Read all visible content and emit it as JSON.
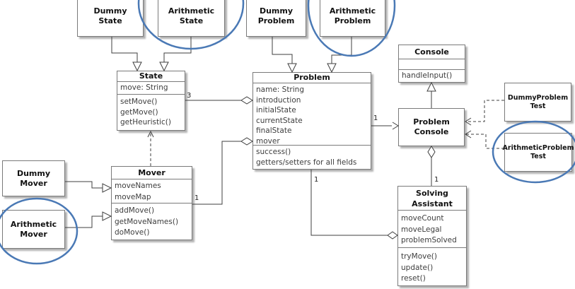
{
  "labels": {
    "state_problem_multiplicity": "3",
    "mover_problem_multiplicity": "1",
    "problem_console_multiplicity": "1",
    "console_assistant_multiplicity": "1",
    "assistant_problem_multiplicity": "1"
  },
  "colors": {
    "annotation_ellipse": "#4a79b5",
    "connector": "#3f3f3f"
  },
  "classes": {
    "dummy_state": {
      "title": "Dummy\nState"
    },
    "arithmetic_state": {
      "title": "Arithmetic\nState"
    },
    "dummy_problem": {
      "title": "Dummy\nProblem"
    },
    "arithmetic_problem": {
      "title": "Arithmetic\nProblem"
    },
    "console": {
      "title": "Console",
      "methods": [
        "handleInput()"
      ]
    },
    "state": {
      "title": "State",
      "attributes": [
        "move: String"
      ],
      "methods": [
        "setMove()",
        "getMove()",
        "getHeuristic()"
      ]
    },
    "problem": {
      "title": "Problem",
      "attributes": [
        "name: String",
        "introduction",
        "initialState",
        "currentState",
        "finalState",
        "mover"
      ],
      "methods": [
        "success()",
        "getters/setters for all fields"
      ]
    },
    "problem_console": {
      "title": "Problem\nConsole"
    },
    "mover": {
      "title": "Mover",
      "attributes": [
        "moveNames",
        "moveMap"
      ],
      "methods": [
        "addMove()",
        "getMoveNames()",
        "doMove()"
      ]
    },
    "solving_assistant": {
      "title": "Solving\nAssistant",
      "attributes": [
        "moveCount",
        "moveLegal",
        "problemSolved"
      ],
      "methods": [
        "tryMove()",
        "update()",
        "reset()"
      ]
    },
    "dummy_mover": {
      "title": "Dummy\nMover"
    },
    "arithmetic_mover": {
      "title": "Arithmetic\nMover"
    },
    "dummy_problem_test": {
      "title": "DummyProblem\nTest"
    },
    "arithmetic_problem_test": {
      "title": "ArithmeticProblem\nTest"
    }
  }
}
